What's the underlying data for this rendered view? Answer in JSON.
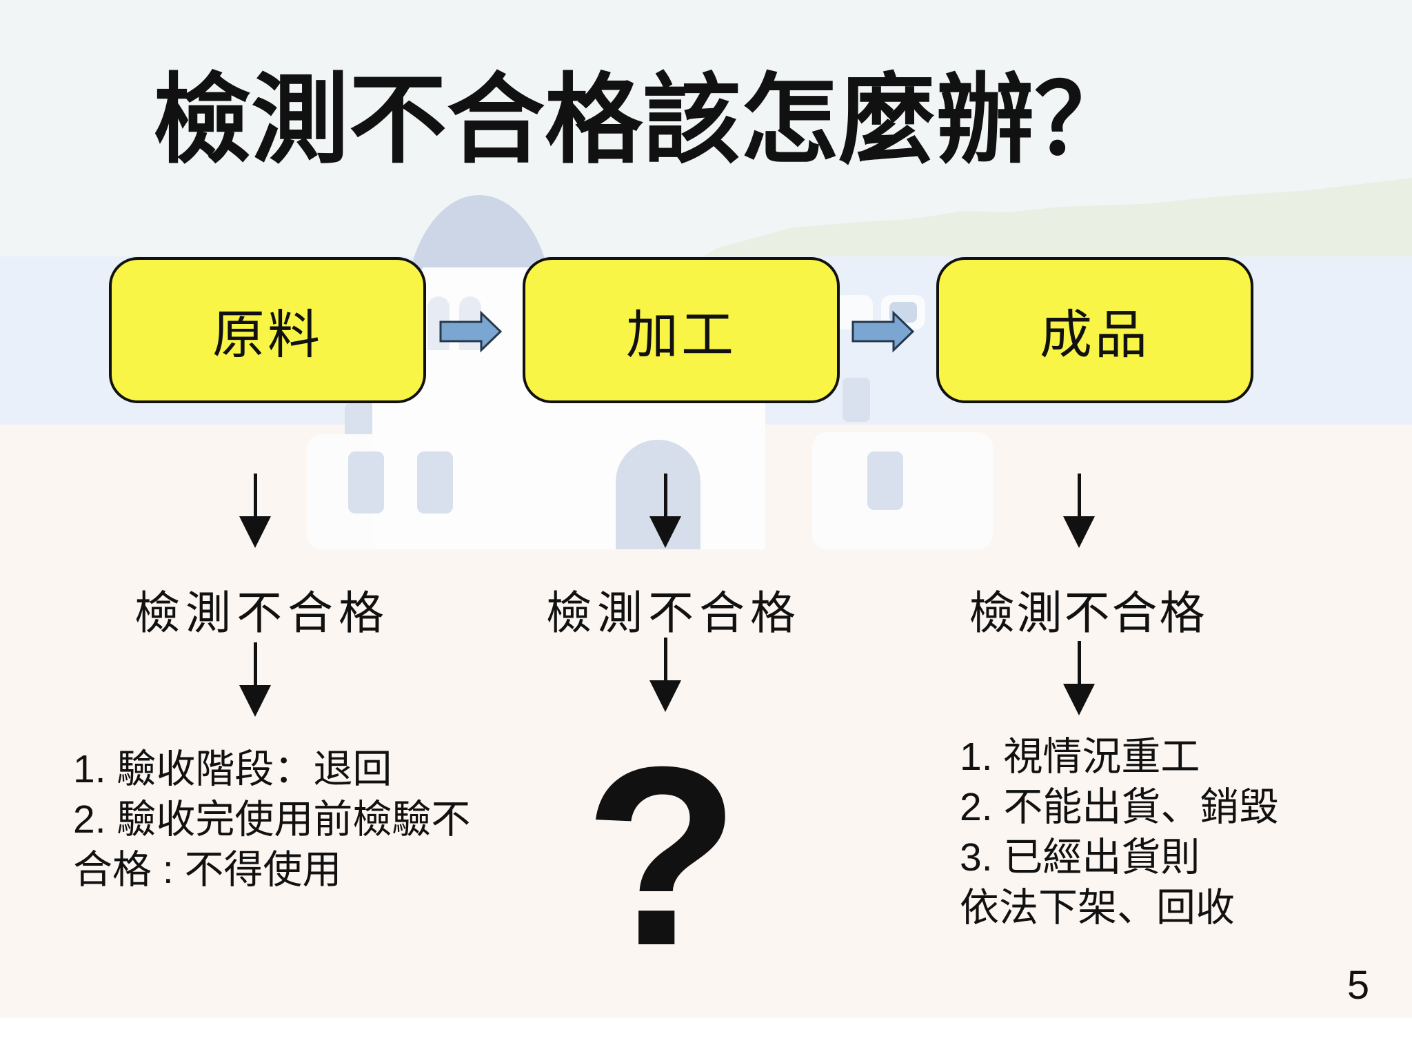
{
  "title": "檢測不合格該怎麼辦？",
  "page_number": "5",
  "colors": {
    "box_fill": "#F8F546",
    "box_border": "#111111",
    "flow_arrow_fill": "#7BA6D2",
    "flow_arrow_border": "#26384C",
    "sky": "#F1F5F6",
    "hills": "#E9EFE2",
    "sea_band": "#E9F0FA",
    "ground": "#FCF6F2",
    "text": "#111111"
  },
  "icons": {
    "flow_arrow": "right-arrow",
    "down_arrow": "down-arrow"
  },
  "stages": [
    {
      "id": "raw-material",
      "label": "原料",
      "fail_label": "檢測不合格",
      "outcome_lines": [
        "1. 驗收階段：退回",
        "2. 驗收完使用前檢驗不",
        "合格 : 不得使用"
      ]
    },
    {
      "id": "processing",
      "label": "加工",
      "fail_label": "檢測不合格",
      "outcome_symbol": "?"
    },
    {
      "id": "finished-product",
      "label": "成品",
      "fail_label": "檢測不合格",
      "outcome_lines": [
        "1. 視情況重工",
        "2. 不能出貨、銷毀",
        "3. 已經出貨則",
        "依法下架、回收"
      ]
    }
  ]
}
